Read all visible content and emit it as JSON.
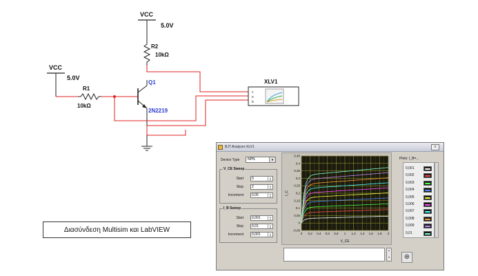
{
  "schematic": {
    "vcc_top": {
      "label": "VCC",
      "value": "5.0V"
    },
    "vcc_left": {
      "label": "VCC",
      "value": "5.0V"
    },
    "r1": {
      "name": "R1",
      "value": "10kΩ"
    },
    "r2": {
      "name": "R2",
      "value": "10kΩ"
    },
    "transistor": {
      "name": "Q1",
      "part": "2N2219"
    },
    "instrument": {
      "name": "XLV1",
      "pins": [
        "c",
        "e",
        "b"
      ]
    }
  },
  "caption": "Διασύνδεση Multisim και LabVIEW",
  "window": {
    "title": "BJT Analyzer-XLV1",
    "close_label": "x",
    "device_type_label": "Device Type",
    "device_type_value": "NPN",
    "vce_sweep": {
      "title": "V_CE Sweep",
      "fields": [
        {
          "label": "Start",
          "value": "0"
        },
        {
          "label": "Stop",
          "value": "2"
        },
        {
          "label": "Increment",
          "value": "0,05"
        }
      ]
    },
    "ib_sweep": {
      "title": "I_B Sweep",
      "fields": [
        {
          "label": "Start",
          "value": "0,001"
        },
        {
          "label": "Stop",
          "value": "0,01"
        },
        {
          "label": "Increment",
          "value": "0,001"
        }
      ]
    },
    "legend_header": "Plots: I_B=...",
    "legend": [
      {
        "label": "0,001",
        "color": "#ffffff"
      },
      {
        "label": "0,002",
        "color": "#ff4a4a"
      },
      {
        "label": "0,003",
        "color": "#4aff4a"
      },
      {
        "label": "0,004",
        "color": "#4a8cff"
      },
      {
        "label": "0,005",
        "color": "#ffff4a"
      },
      {
        "label": "0,006",
        "color": "#ff4aff"
      },
      {
        "label": "0,007",
        "color": "#4affff"
      },
      {
        "label": "0,008",
        "color": "#ff9f3a"
      },
      {
        "label": "0,009",
        "color": "#c78cff"
      },
      {
        "label": "0,01",
        "color": "#7fffd0"
      }
    ]
  },
  "chart_data": {
    "type": "line",
    "xlabel": "V_CE",
    "ylabel": "I_C",
    "xlim": [
      0,
      2
    ],
    "ylim": [
      -0.05,
      0.45
    ],
    "x_ticks": [
      "0",
      "0,2",
      "0,4",
      "0,6",
      "0,8",
      "1",
      "1,2",
      "1,4",
      "1,6",
      "1,8",
      "2"
    ],
    "y_ticks": [
      "-0,05",
      "0",
      "0,05",
      "0,1",
      "0,15",
      "0,2",
      "0,25",
      "0,3",
      "0,35",
      "0,4",
      "0,45"
    ],
    "grid": true,
    "series": [
      {
        "sat": 0.03,
        "slope": 0.008,
        "color": "#ffffff"
      },
      {
        "sat": 0.07,
        "slope": 0.01,
        "color": "#ff4a4a"
      },
      {
        "sat": 0.105,
        "slope": 0.012,
        "color": "#4aff4a"
      },
      {
        "sat": 0.14,
        "slope": 0.014,
        "color": "#4a8cff"
      },
      {
        "sat": 0.17,
        "slope": 0.016,
        "color": "#ffff4a"
      },
      {
        "sat": 0.2,
        "slope": 0.018,
        "color": "#ff4aff"
      },
      {
        "sat": 0.23,
        "slope": 0.02,
        "color": "#4affff"
      },
      {
        "sat": 0.26,
        "slope": 0.022,
        "color": "#ff9f3a"
      },
      {
        "sat": 0.29,
        "slope": 0.024,
        "color": "#c78cff"
      },
      {
        "sat": 0.32,
        "slope": 0.026,
        "color": "#7fffd0"
      }
    ]
  }
}
